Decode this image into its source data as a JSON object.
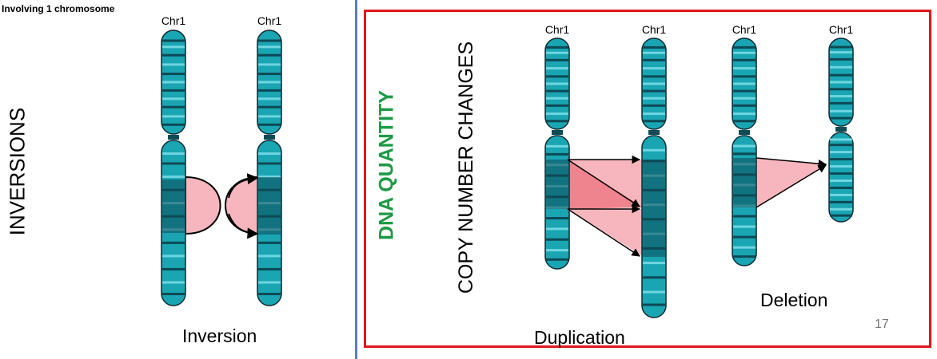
{
  "corner_label": "Involving 1 chromosome",
  "side_title": "INVERSIONS",
  "section_label": "DNA QUANTITY",
  "section_title": "COPY NUMBER CHANGES",
  "chromosome_label": "Chr1",
  "captions": {
    "inversion": "Inversion",
    "duplication": "Duplication",
    "deletion": "Deletion"
  },
  "slide_number": "17",
  "colors": {
    "chromosome": "#1aa5b3",
    "band_dark": "#0c4a55",
    "band_light": "#6ed6e0",
    "centromere": "#0f4b55",
    "highlight_fill": "#f7b6bd",
    "highlight_dark": "#f0848e",
    "box_border": "#e3161b",
    "divider": "#5b7fb8",
    "section_label": "#1e9a45"
  }
}
